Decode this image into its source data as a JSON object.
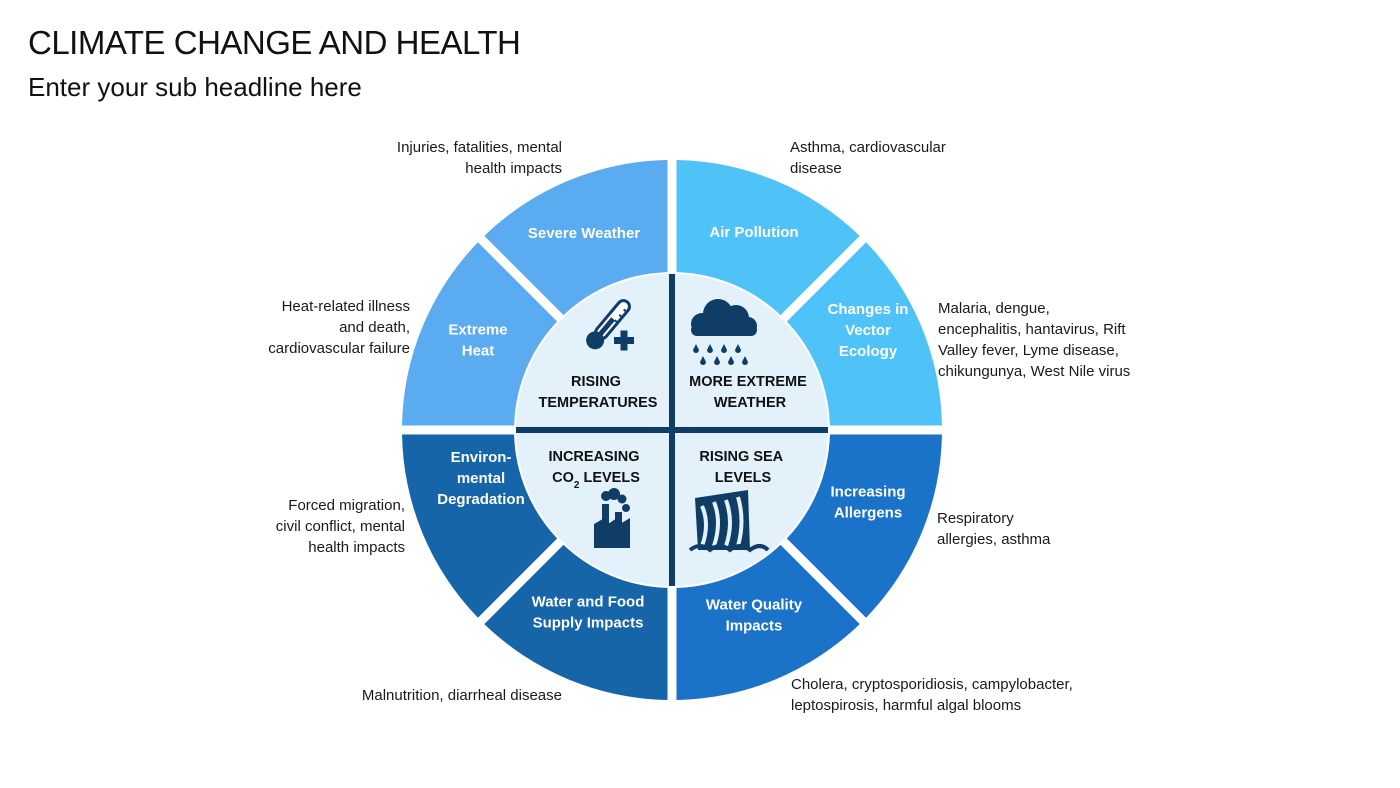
{
  "title": "CLIMATE CHANGE AND HEALTH",
  "subtitle": "Enter your sub headline here",
  "colors": {
    "severe_weather": "#5aabf0",
    "air_pollution": "#4fc3f7",
    "extreme_heat": "#5aabf0",
    "vector_ecology": "#4fc3f7",
    "environmental_degradation": "#1565a8",
    "allergens": "#1a73c9",
    "water_food": "#1565a8",
    "water_quality": "#1a73c9",
    "center_fill": "#e3f1fb",
    "center_divider": "#0f3d66",
    "icon": "#0f3d66"
  },
  "segments": {
    "severe_weather": {
      "label_lines": [
        "Severe Weather"
      ]
    },
    "air_pollution": {
      "label_lines": [
        "Air Pollution"
      ]
    },
    "extreme_heat": {
      "label_lines": [
        "Extreme",
        "Heat"
      ]
    },
    "vector_ecology": {
      "label_lines": [
        "Changes in",
        "Vector",
        "Ecology"
      ]
    },
    "environmental_degradation": {
      "label_lines": [
        "Environ-",
        "mental",
        "Degradation"
      ]
    },
    "allergens": {
      "label_lines": [
        "Increasing",
        "Allergens"
      ]
    },
    "water_food": {
      "label_lines": [
        "Water and Food",
        "Supply Impacts"
      ]
    },
    "water_quality": {
      "label_lines": [
        "Water Quality",
        "Impacts"
      ]
    }
  },
  "center": {
    "top_left": {
      "line1": "RISING",
      "line2": "TEMPERATURES",
      "icon": "thermometer-plus-icon"
    },
    "top_right": {
      "line1": "MORE EXTREME",
      "line2": "WEATHER",
      "icon": "rain-cloud-icon"
    },
    "bottom_left": {
      "line1": "INCREASING",
      "line2_prefix": "CO",
      "line2_sub": "2",
      "line2_suffix": " LEVELS",
      "icon": "factory-icon"
    },
    "bottom_right": {
      "line1": "RISING SEA",
      "line2": "LEVELS",
      "icon": "sea-wall-icon"
    }
  },
  "notes": {
    "severe_weather": "Injuries, fatalities, mental\nhealth impacts",
    "air_pollution": "Asthma, cardiovascular\ndisease",
    "extreme_heat": "Heat-related illness\nand death,\ncardiovascular failure",
    "vector_ecology": "Malaria, dengue,\nencephalitis, hantavirus, Rift\nValley fever, Lyme disease,\nchikungunya, West Nile virus",
    "environmental_degradation": "Forced migration,\ncivil conflict, mental\nhealth impacts",
    "allergens": "Respiratory\nallergies, asthma",
    "water_food": "Malnutrition, diarrheal disease",
    "water_quality": "Cholera, cryptosporidiosis, campylobacter,\nleptospirosis, harmful algal blooms"
  }
}
